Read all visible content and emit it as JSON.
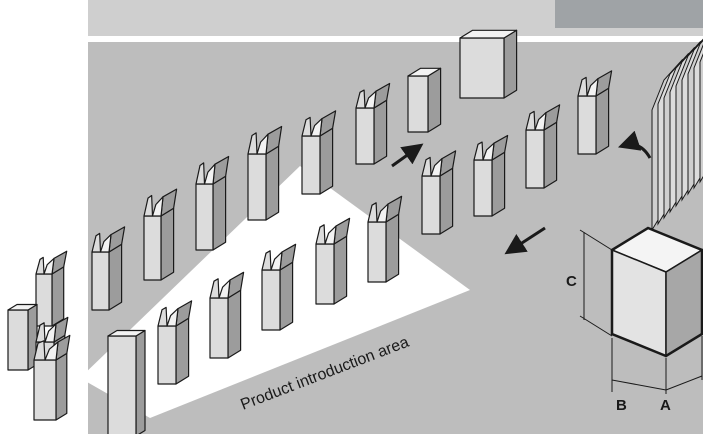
{
  "diagram": {
    "area_label": "Product introduction area",
    "dimension_labels": {
      "height": "C",
      "width": "B",
      "depth": "A"
    }
  },
  "colors": {
    "panel_background": "#bdbdbd",
    "top_strip": "#cfcfcf",
    "intro_area": "#ffffff",
    "carton_front": "#dcdcdc",
    "carton_side": "#9c9c9c",
    "carton_top": "#f2f2f2",
    "outline": "#1a1a1a"
  },
  "icons": {
    "flow_arrow": "arrow-icon",
    "feed_arrow": "curved-arrow-icon",
    "carton": "carton-icon"
  }
}
